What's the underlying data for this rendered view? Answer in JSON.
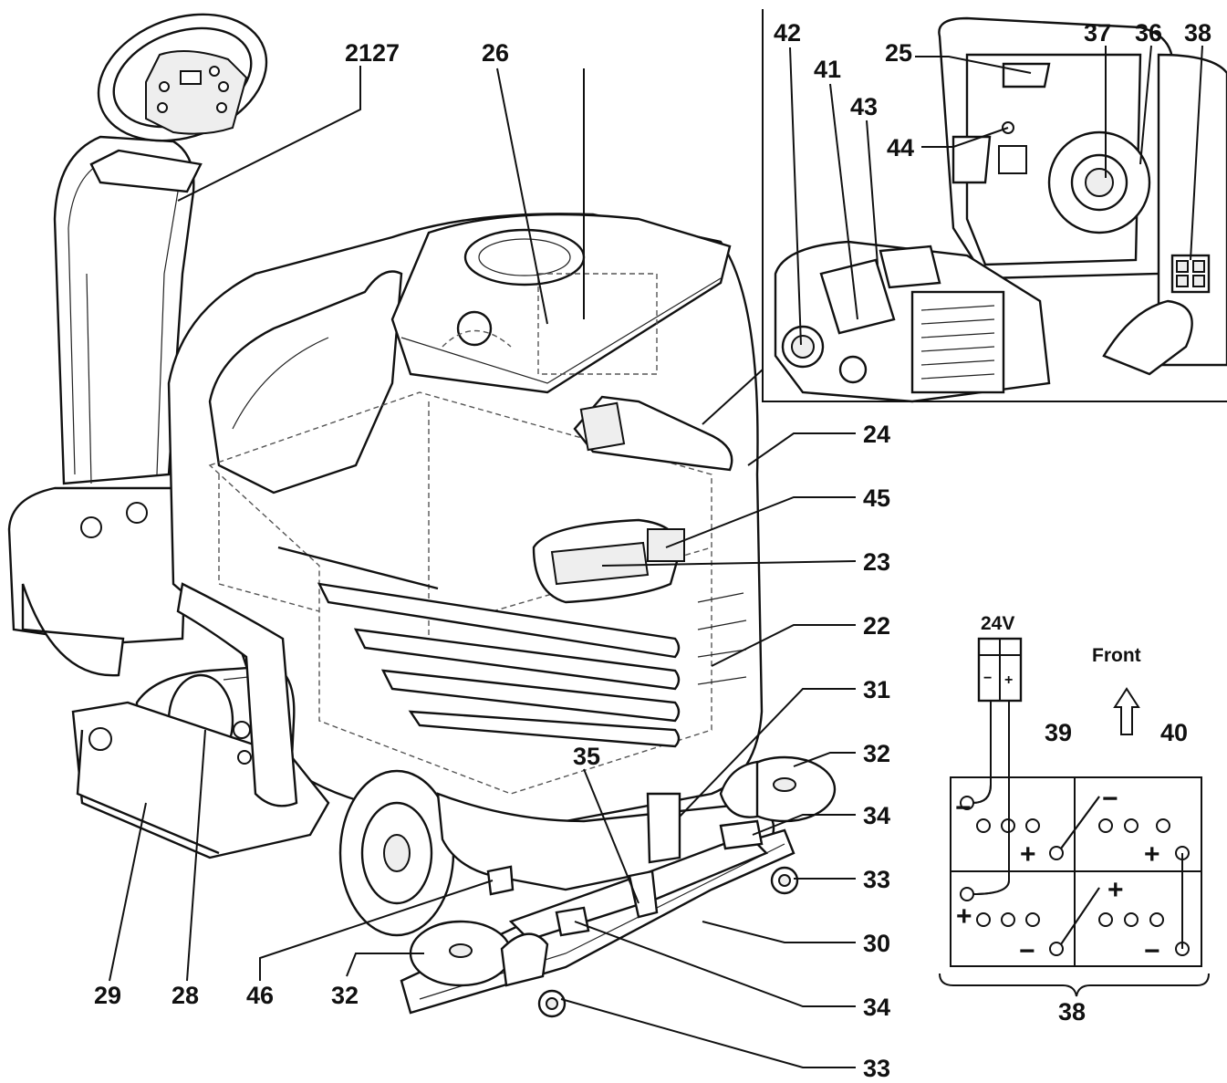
{
  "callouts": {
    "c2127": "2127",
    "c26": "26",
    "c42": "42",
    "c41": "41",
    "c43": "43",
    "c44": "44",
    "c25": "25",
    "c37": "37",
    "c36": "36",
    "c38top": "38",
    "c24": "24",
    "c45": "45",
    "c23": "23",
    "c22": "22",
    "c31": "31",
    "c32r": "32",
    "c34r": "34",
    "c33r": "33",
    "c35": "35",
    "c30": "30",
    "c34b": "34",
    "c33b": "33",
    "c29": "29",
    "c28": "28",
    "c46": "46",
    "c32l": "32",
    "c39": "39",
    "c40": "40",
    "c38bottom": "38"
  },
  "battery": {
    "voltage": "24V",
    "front_label": "Front",
    "minus": "−",
    "plus": "+"
  }
}
